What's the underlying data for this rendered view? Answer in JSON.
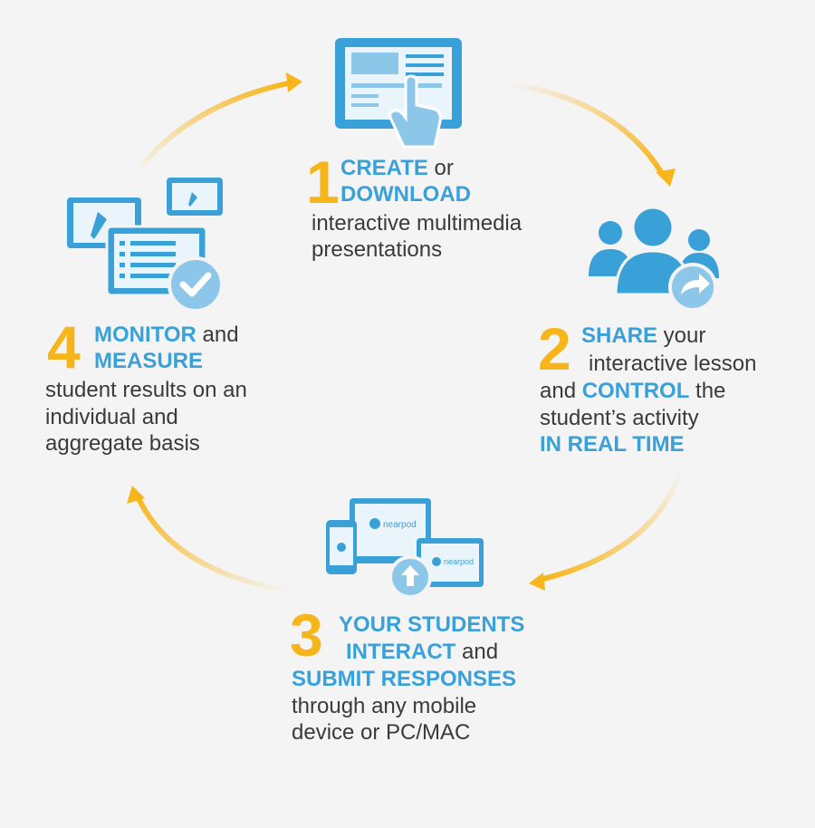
{
  "colors": {
    "accent_blue": "#3aa0d8",
    "accent_yellow": "#f7b51c",
    "text": "#3a3a3a",
    "background": "#f4f4f4"
  },
  "steps": [
    {
      "number": "1",
      "icon": "tablet-touch-icon",
      "line1_hl": "CREATE",
      "line1_tail": " or",
      "line2_hl": "DOWNLOAD",
      "line3": "interactive multimedia",
      "line4": "presentations"
    },
    {
      "number": "2",
      "icon": "users-share-icon",
      "line1_hl": "SHARE",
      "line1_tail": " your",
      "line2": "interactive lesson",
      "line3_pre": "and ",
      "line3_hl": "CONTROL",
      "line3_tail": " the",
      "line4": "student’s activity",
      "line5_hl": "IN REAL TIME"
    },
    {
      "number": "3",
      "icon": "devices-upload-icon",
      "device_label": "nearpod",
      "line1_hl": "YOUR STUDENTS",
      "line2_hl": "INTERACT",
      "line2_tail": " and",
      "line3_hl": "SUBMIT RESPONSES",
      "line4": "through any mobile",
      "line5": "device or PC/MAC"
    },
    {
      "number": "4",
      "icon": "tablets-check-icon",
      "line1_hl": "MONITOR",
      "line1_tail": " and",
      "line2_hl": "MEASURE",
      "line3": "student results on an",
      "line4": "individual and",
      "line5": "aggregate basis"
    }
  ]
}
